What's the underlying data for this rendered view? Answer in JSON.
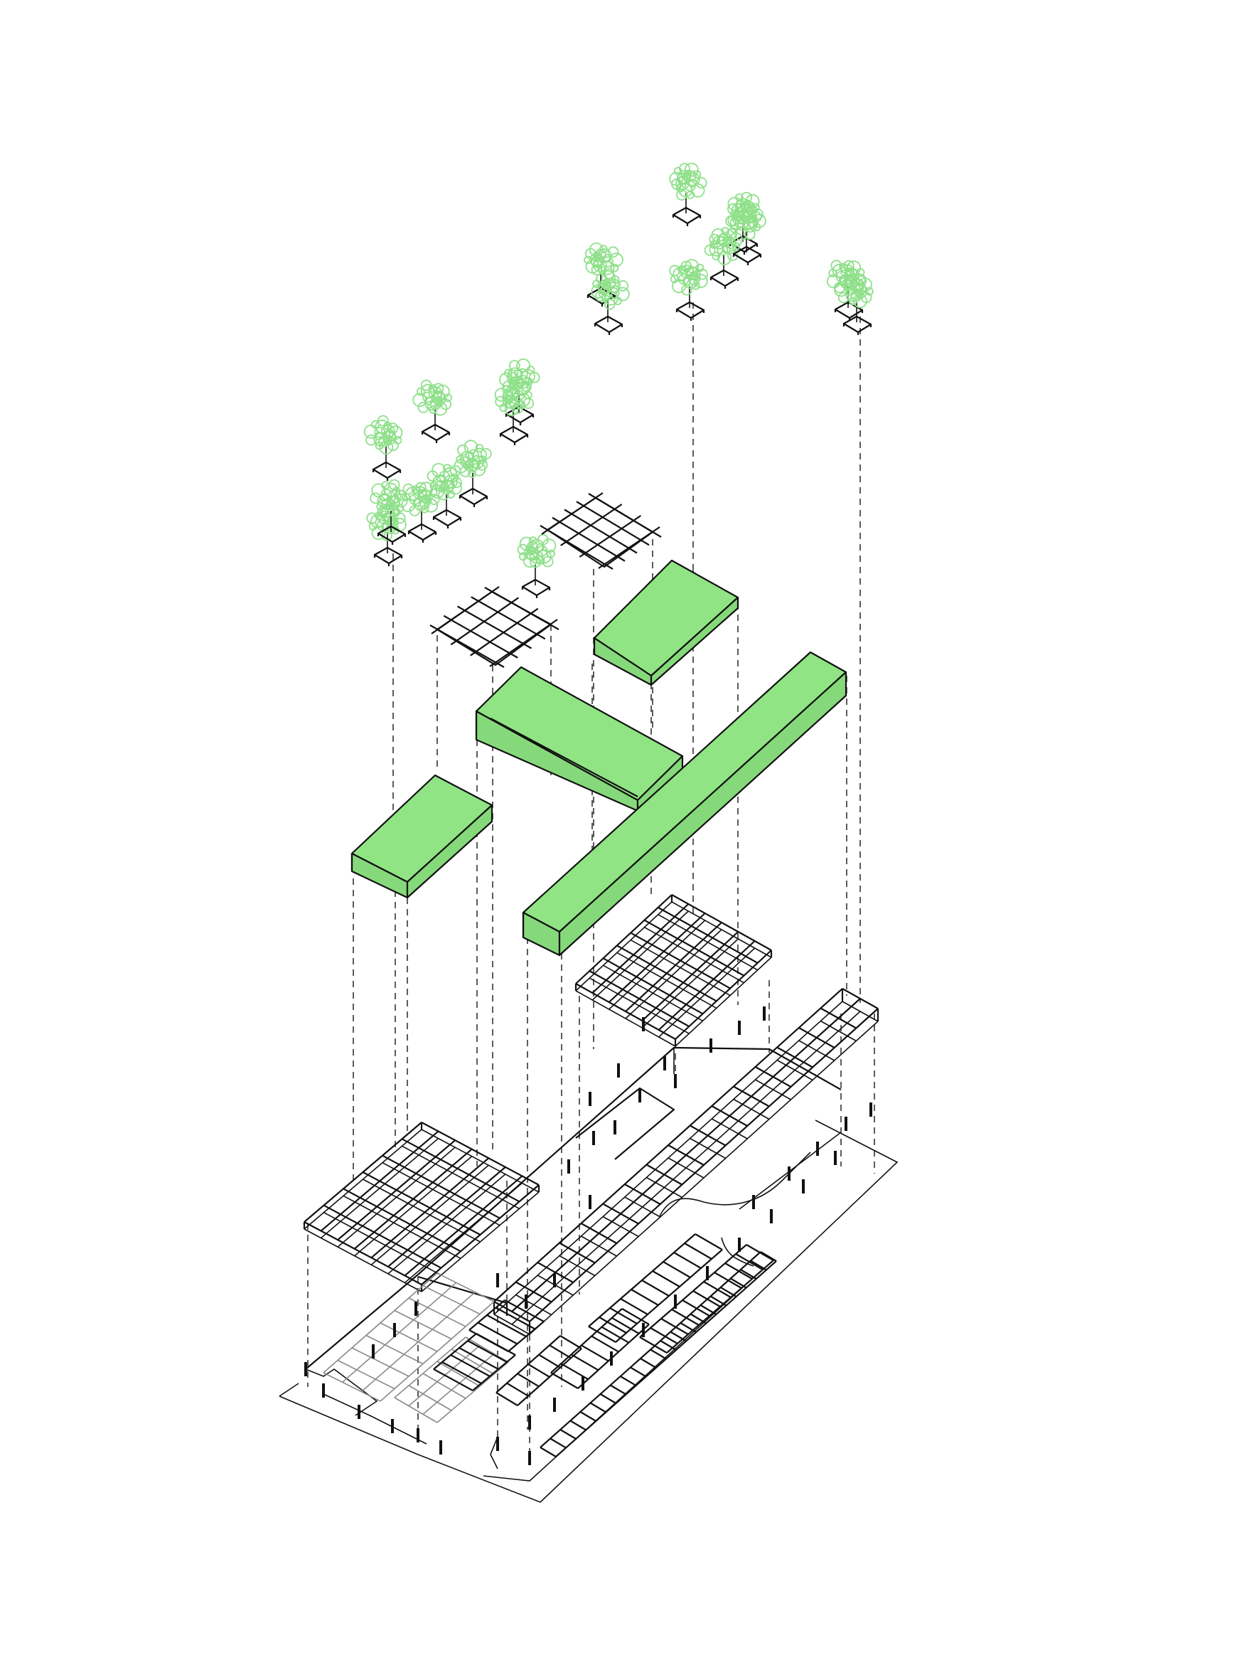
{
  "diagram": {
    "type": "exploded-axonometric",
    "colors": {
      "background": "#ffffff",
      "line": "#111111",
      "green_mass": "#90e484",
      "green_mass_side": "#86d97a",
      "tree_canopy": "#8fe08a",
      "grey_detail": "#8a8a8a"
    },
    "layers": [
      {
        "name": "trees",
        "count": 19,
        "icon": "tree-icon"
      },
      {
        "name": "pergolas",
        "count": 2
      },
      {
        "name": "green-volumes",
        "count": 4
      },
      {
        "name": "roof-grids",
        "count": 3
      },
      {
        "name": "ground-plan",
        "count": 1
      }
    ]
  }
}
